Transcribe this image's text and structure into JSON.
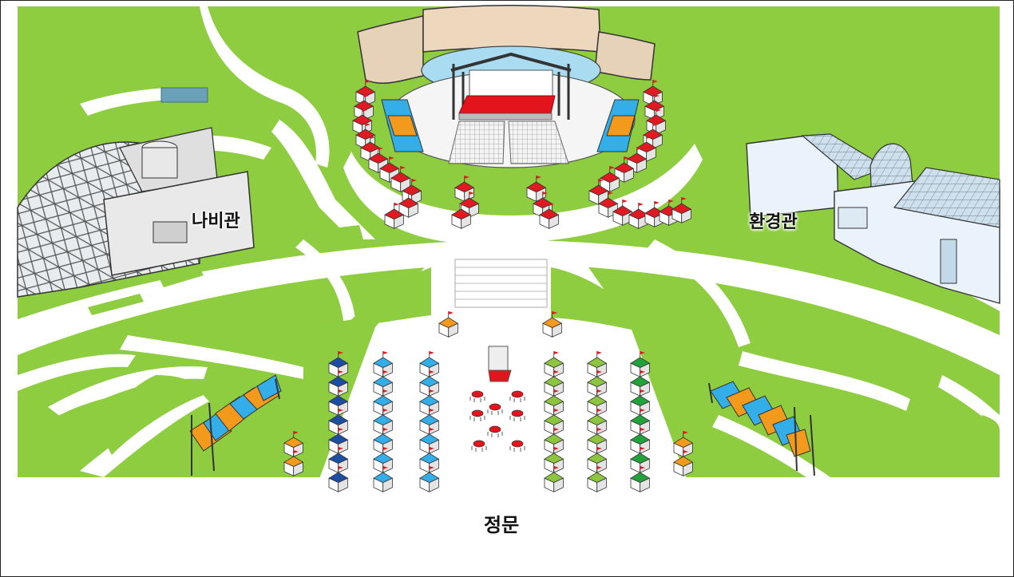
{
  "map": {
    "labels": {
      "butterfly_hall": "나비관",
      "environment_hall": "환경관",
      "main_gate": "정문"
    },
    "colors": {
      "grass": "#8dcd3f",
      "path": "#ffffff",
      "stage_red": "#e3141b",
      "booth_red": "#e01a22",
      "booth_navy": "#1c4fa3",
      "booth_sky": "#33aee8",
      "booth_lime": "#8cc63f",
      "booth_green": "#22a23a",
      "booth_orange": "#f39a1c",
      "water": "#a9dcf0"
    },
    "booth_groups": [
      {
        "name": "navy-column",
        "color": "booth_navy",
        "count": 7
      },
      {
        "name": "sky-column-1",
        "color": "booth_sky",
        "count": 7
      },
      {
        "name": "sky-column-2",
        "color": "booth_sky",
        "count": 7
      },
      {
        "name": "lime-column-1",
        "color": "booth_lime",
        "count": 7
      },
      {
        "name": "lime-column-2",
        "color": "booth_lime",
        "count": 7
      },
      {
        "name": "green-column",
        "color": "booth_green",
        "count": 7
      },
      {
        "name": "orange-left",
        "color": "booth_orange",
        "count": 2
      },
      {
        "name": "orange-right",
        "color": "booth_orange",
        "count": 2
      }
    ]
  }
}
